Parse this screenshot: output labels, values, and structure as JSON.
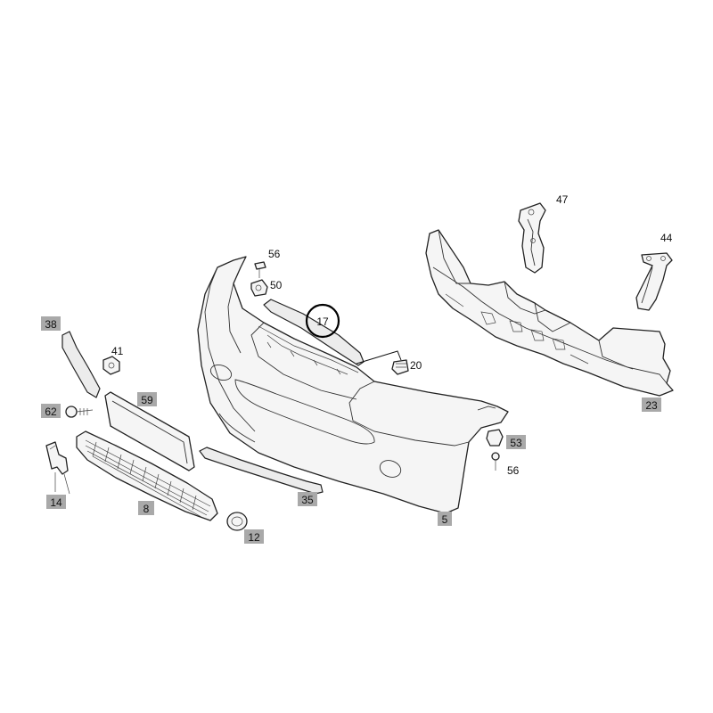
{
  "callouts": {
    "c5": "5",
    "c8": "8",
    "c12": "12",
    "c14": "14",
    "c17": "17",
    "c20": "20",
    "c23": "23",
    "c35": "35",
    "c38": "38",
    "c41": "41",
    "c44": "44",
    "c47": "47",
    "c50": "50",
    "c53": "53",
    "c56a": "56",
    "c56b": "56",
    "c59": "59",
    "c62": "62"
  },
  "colors": {
    "label_box": "#a9a9a9",
    "line": "#222222",
    "part_fill": "#f5f5f5"
  }
}
